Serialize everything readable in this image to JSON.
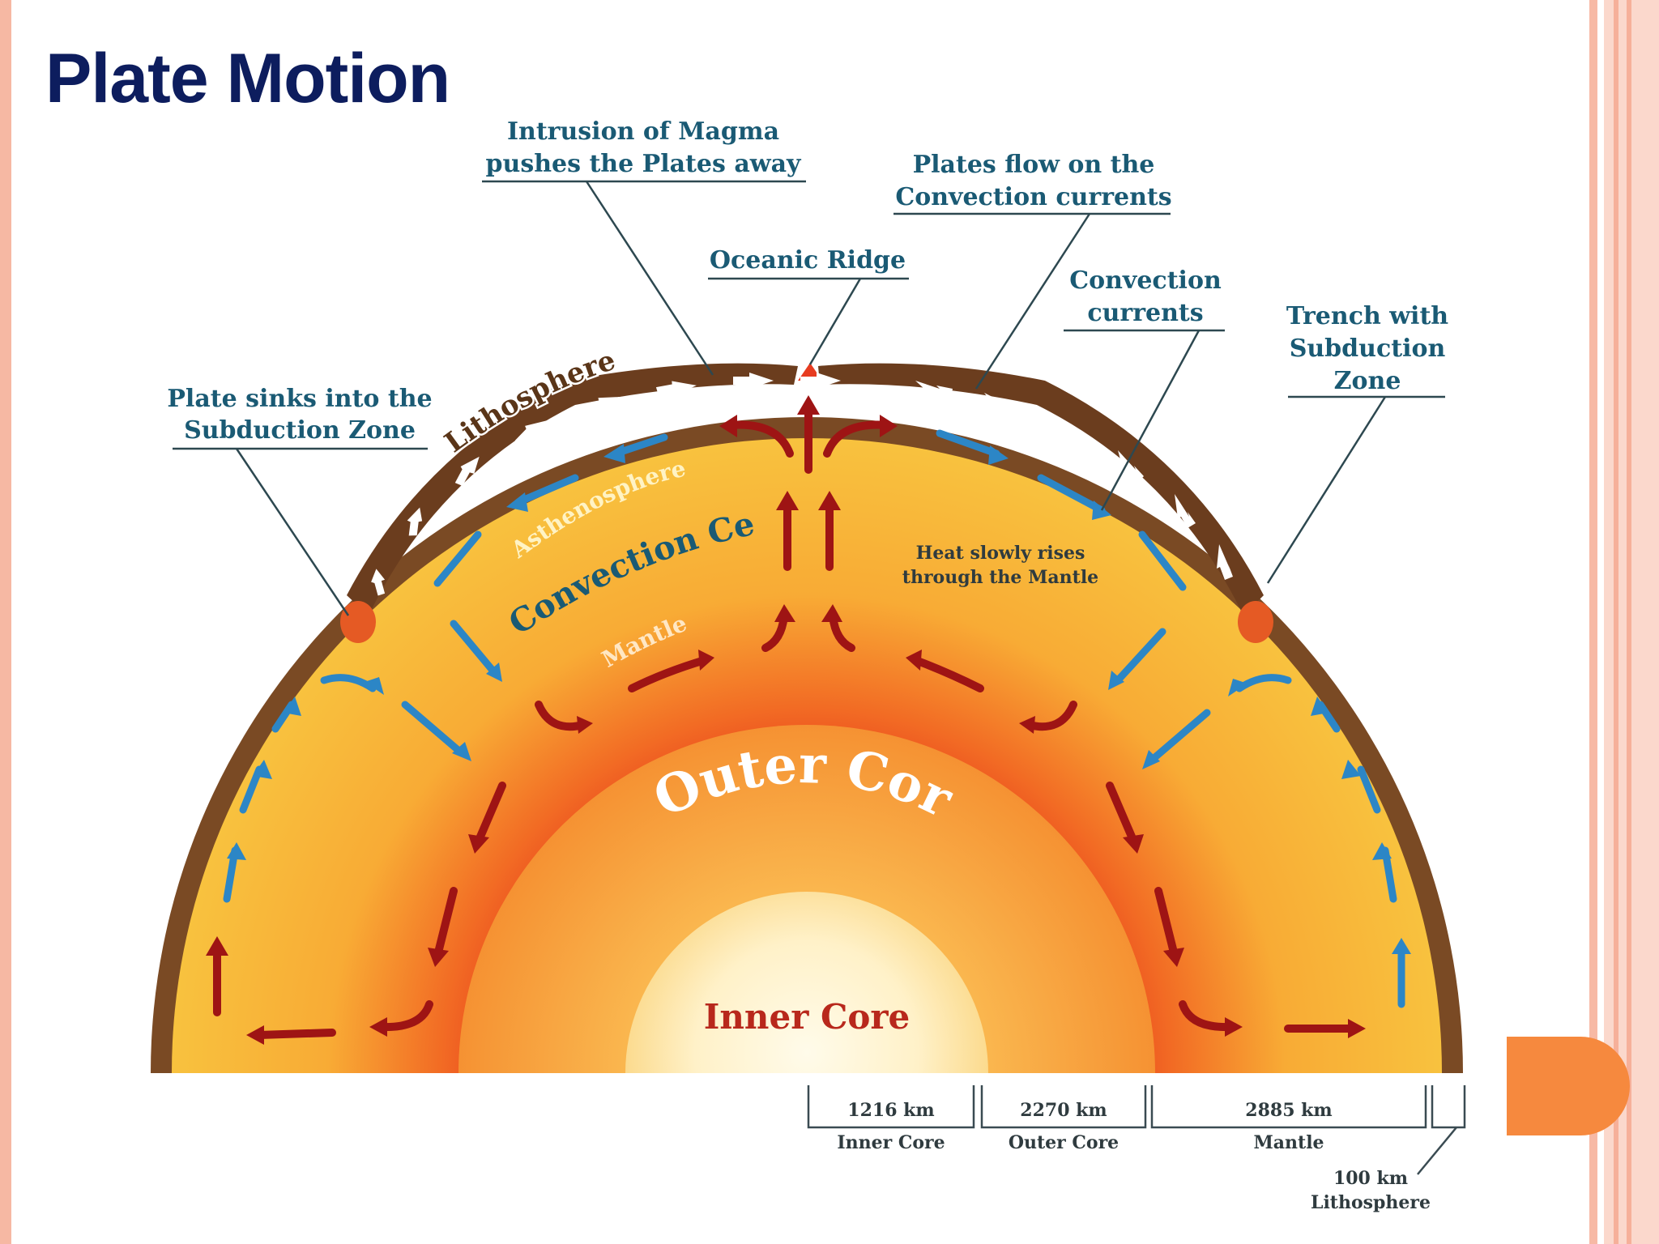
{
  "slide": {
    "title": "Plate Motion"
  },
  "labels": {
    "intrusion_line1": "Intrusion of Magma",
    "intrusion_line2": "pushes the Plates away",
    "plates_flow_line1": "Plates flow on the",
    "plates_flow_line2": "Convection currents",
    "oceanic_ridge": "Oceanic Ridge",
    "convection_line1": "Convection",
    "convection_line2": "currents",
    "trench_line1": "Trench with",
    "trench_line2": "Subduction",
    "trench_line3": "Zone",
    "plate_sinks_line1": "Plate sinks into the",
    "plate_sinks_line2": "Subduction Zone",
    "lithosphere": "Lithosphere",
    "asthenosphere": "Asthenosphere",
    "convection_cell": "Convection Cell",
    "mantle": "Mantle",
    "heat_line1": "Heat slowly rises",
    "heat_line2": "through the Mantle",
    "outer_core": "Outer Core",
    "inner_core": "Inner Core"
  },
  "scale": {
    "inner_core_km": "1216 km",
    "inner_core_name": "Inner Core",
    "outer_core_km": "2270 km",
    "outer_core_name": "Outer Core",
    "mantle_km": "2885 km",
    "mantle_name": "Mantle",
    "lithosphere_km": "100 km",
    "lithosphere_name": "Lithosphere"
  },
  "colors": {
    "title": "#0d1d5e",
    "label_text": "#1a5a74",
    "crust": "#7a4a24",
    "mantle_yellow": "#f6b43a",
    "mantle_red": "#e93e1f",
    "outer_core": "#f39a3a",
    "inner_core": "#fff3cf",
    "inner_core_text": "#b8281c",
    "arrow_blue": "#2c86c6",
    "arrow_red": "#9e1414",
    "accent_dot": "#f6893e"
  }
}
